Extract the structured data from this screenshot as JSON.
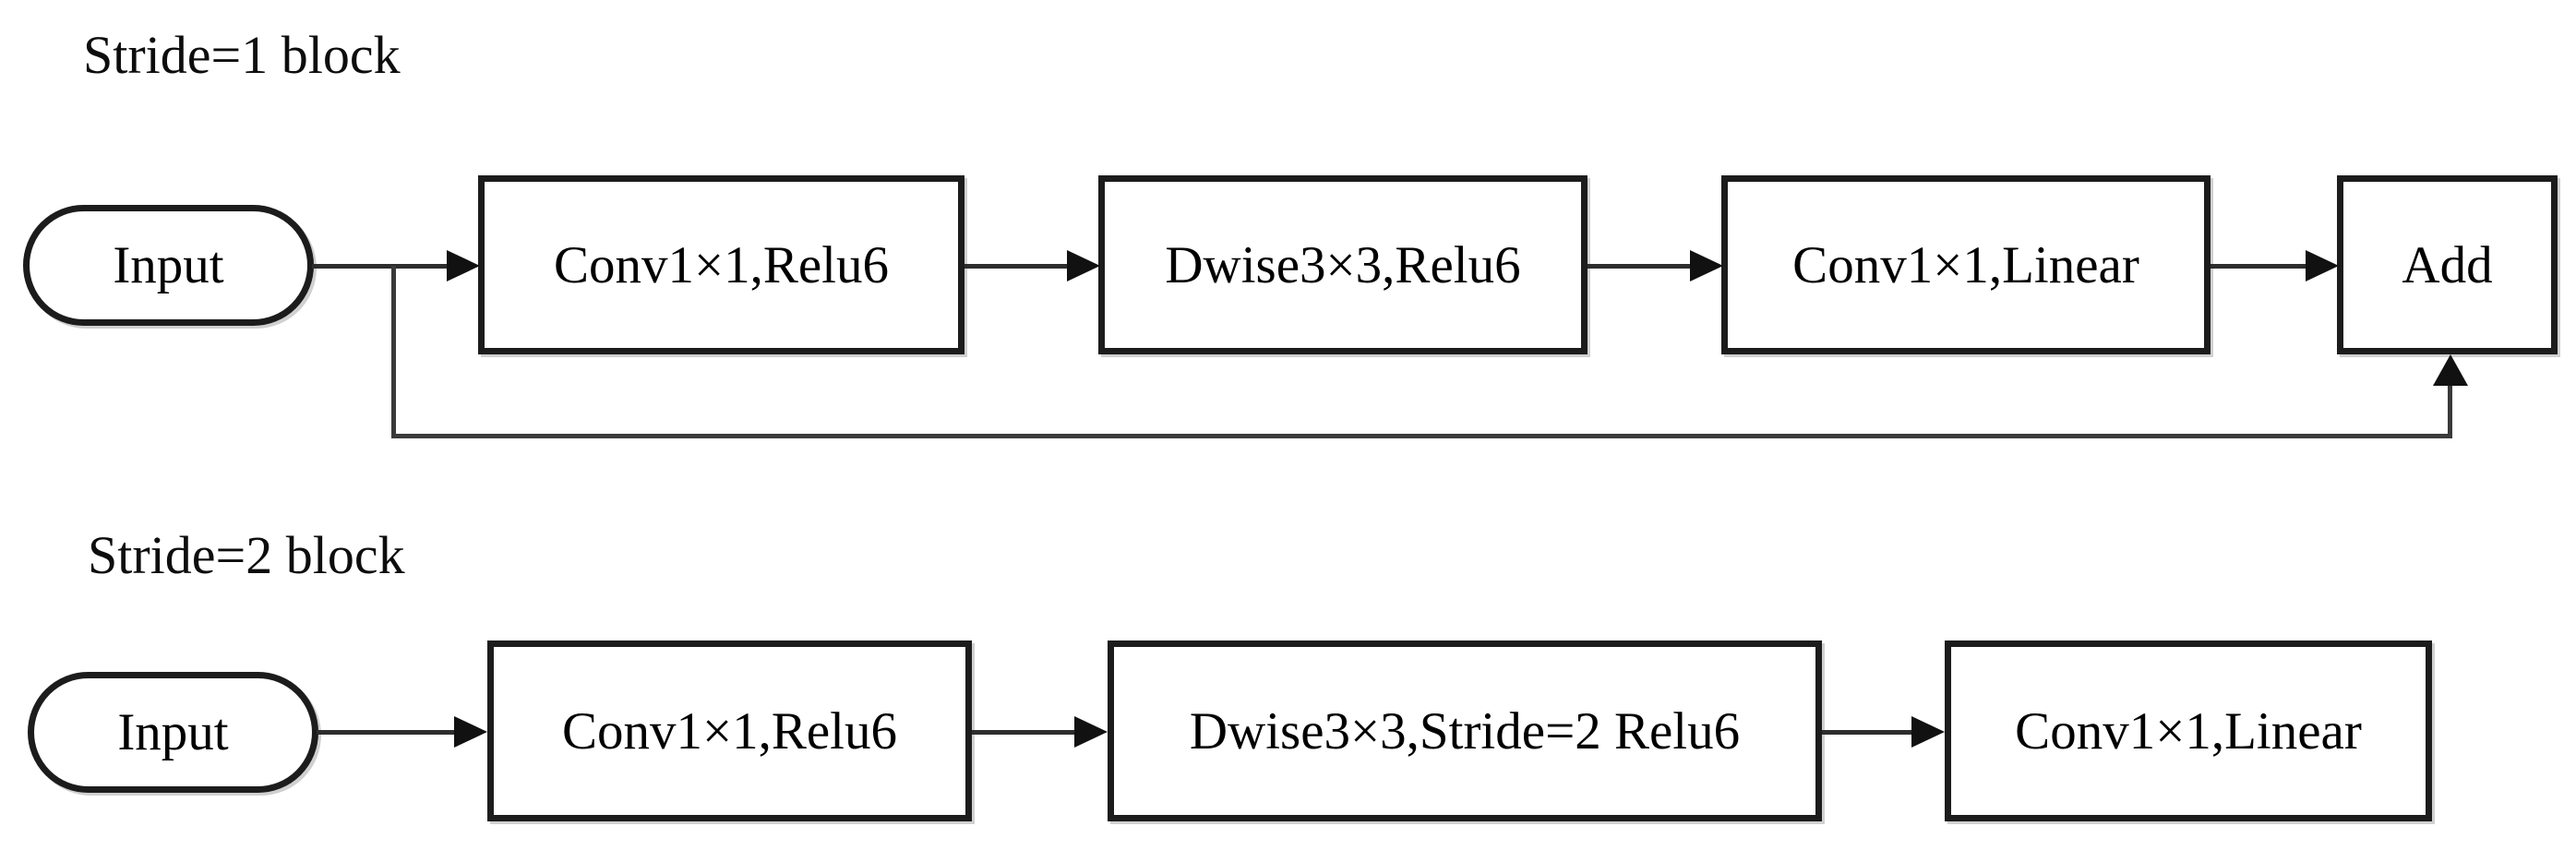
{
  "figure": {
    "background_color": "#ffffff",
    "stroke_color": "#1c1c1c",
    "text_color": "#000000"
  },
  "blocks": [
    {
      "title": "Stride=1 block",
      "nodes": [
        {
          "type": "terminator",
          "label": "Input"
        },
        {
          "type": "process",
          "label": "Conv1×1,Relu6"
        },
        {
          "type": "process",
          "label": "Dwise3×3,Relu6"
        },
        {
          "type": "process",
          "label": "Conv1×1,Linear"
        },
        {
          "type": "process",
          "label": "Add"
        }
      ],
      "connections": [
        "Input -> Conv1×1,Relu6",
        "Conv1×1,Relu6 -> Dwise3×3,Relu6",
        "Dwise3×3,Relu6 -> Conv1×1,Linear",
        "Conv1×1,Linear -> Add",
        "Input -> Add (skip connection)"
      ]
    },
    {
      "title": "Stride=2 block",
      "nodes": [
        {
          "type": "terminator",
          "label": "Input"
        },
        {
          "type": "process",
          "label": "Conv1×1,Relu6"
        },
        {
          "type": "process",
          "label": "Dwise3×3,Stride=2 Relu6"
        },
        {
          "type": "process",
          "label": "Conv1×1,Linear"
        }
      ],
      "connections": [
        "Input -> Conv1×1,Relu6",
        "Conv1×1,Relu6 -> Dwise3×3,Stride=2 Relu6",
        "Dwise3×3,Stride=2 Relu6 -> Conv1×1,Linear"
      ]
    }
  ]
}
